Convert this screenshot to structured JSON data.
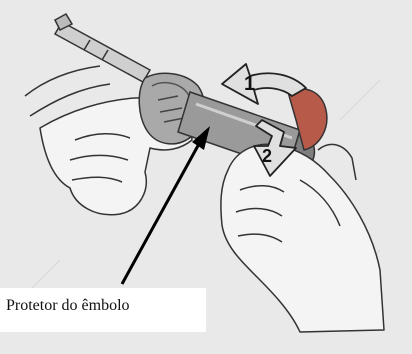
{
  "figure": {
    "callouts": {
      "step_1": "1",
      "step_2": "2"
    },
    "label": "Protetor do êmbolo"
  },
  "colors": {
    "background": "#e9e9e9",
    "caption_box": "#ffffff",
    "arrow_fill": "#e0e0e0",
    "highlight": "#b85a4a",
    "line": "#222222"
  }
}
